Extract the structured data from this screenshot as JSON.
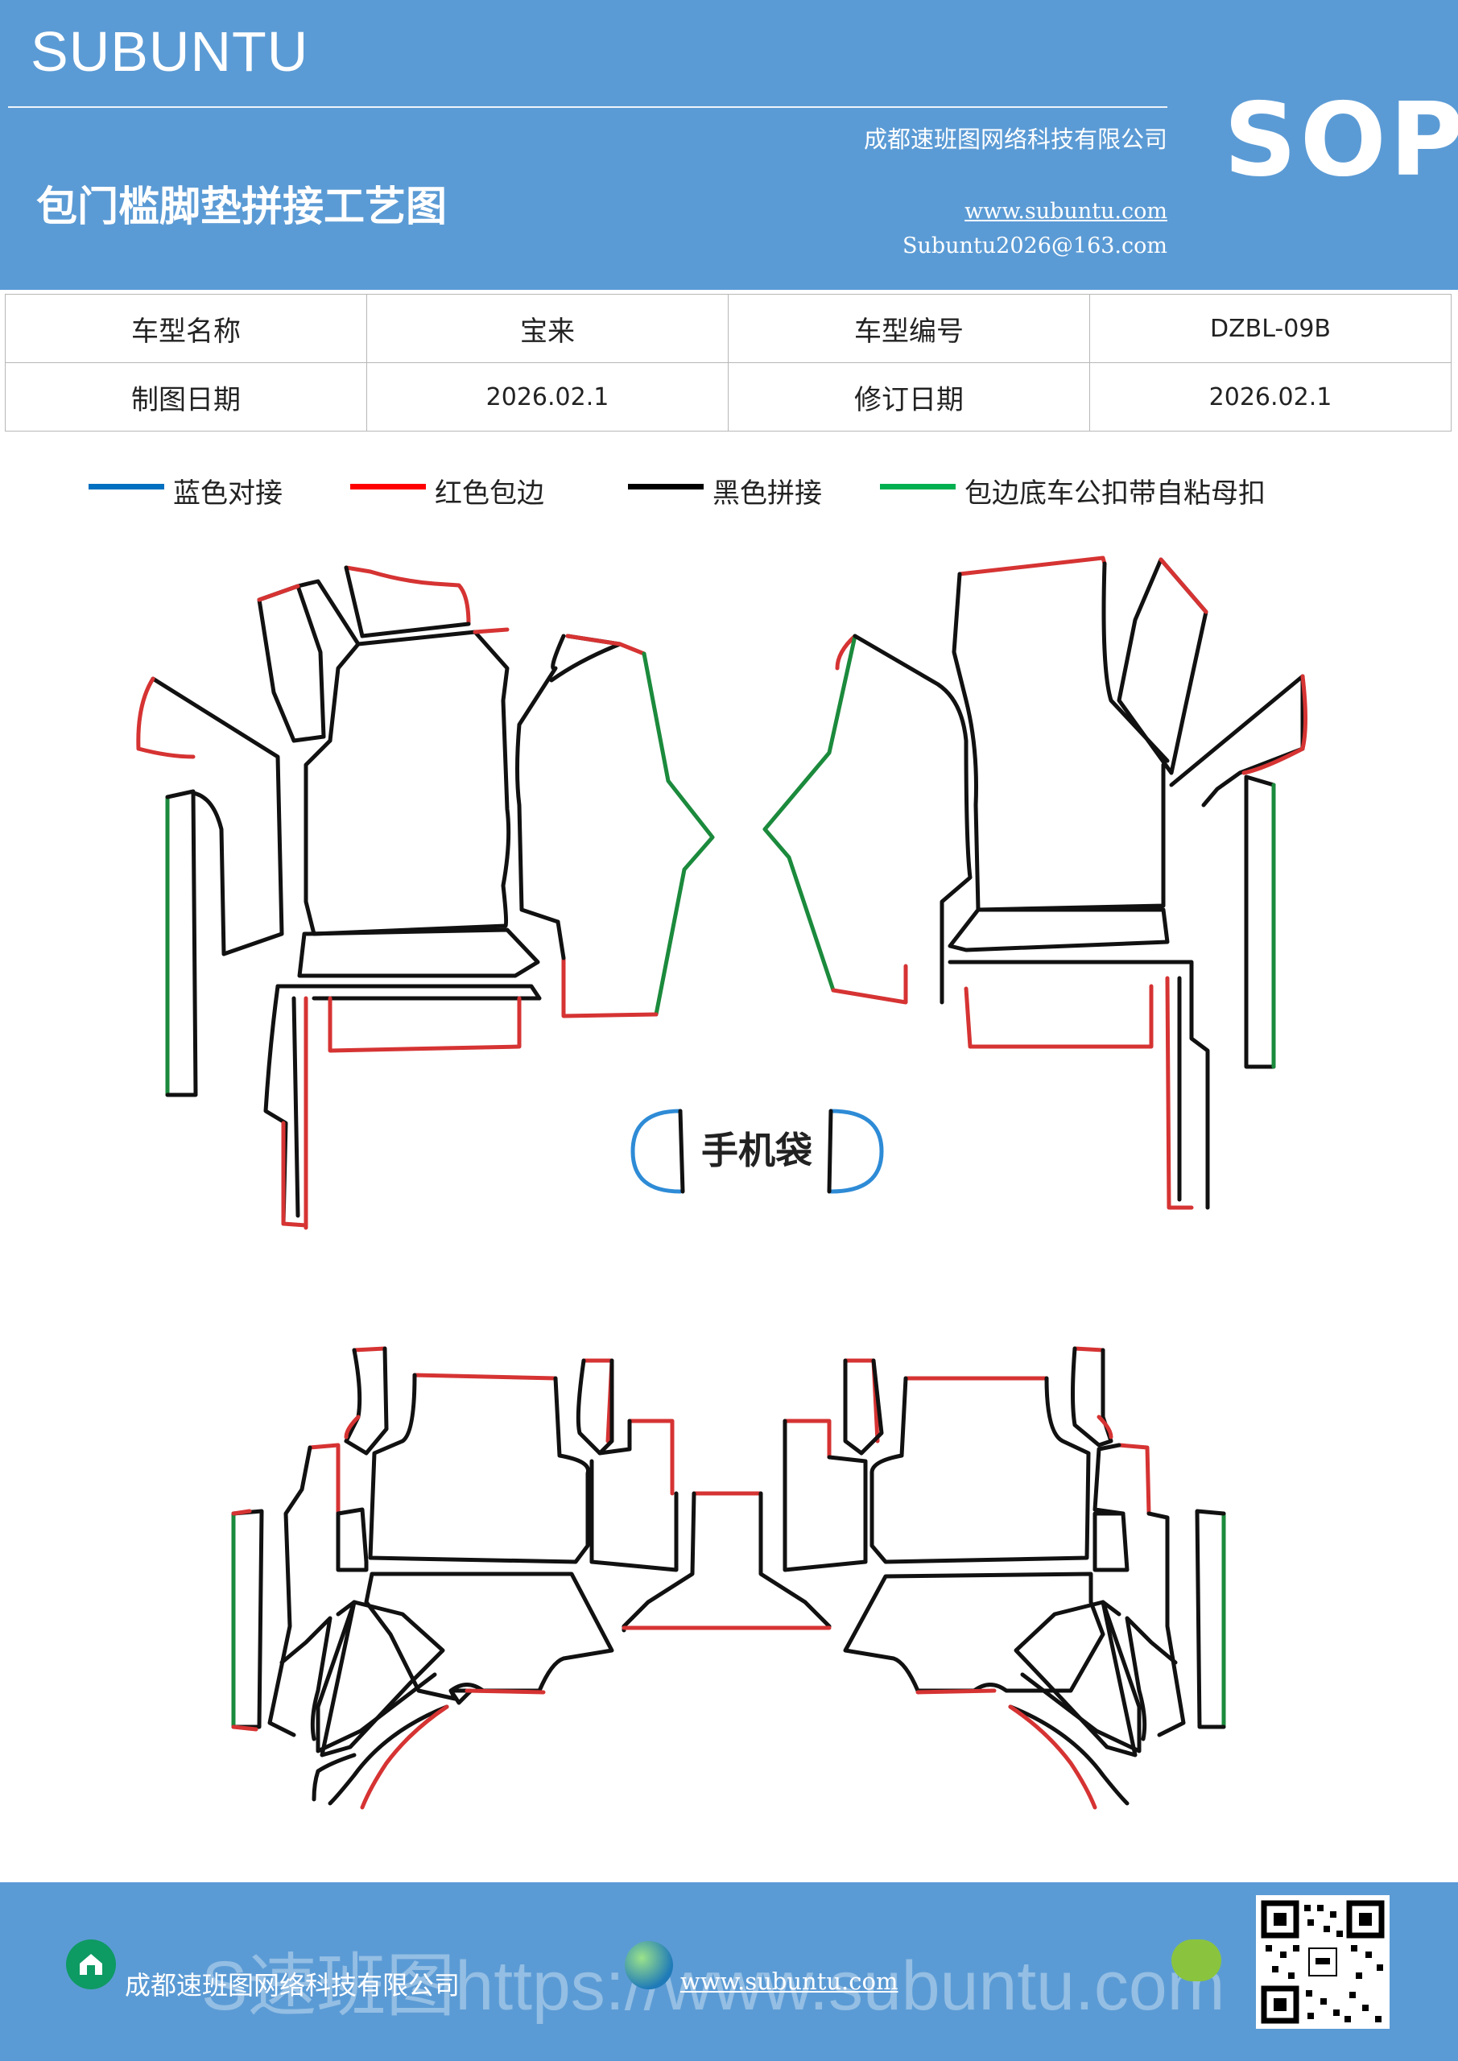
{
  "header": {
    "brand": "SUBUNTU",
    "company": "成都速班图网络科技有限公司",
    "title": "包门槛脚垫拼接工艺图",
    "website": "www.subuntu.com",
    "email": "Subuntu2026@163.com",
    "badge": "SOP"
  },
  "info": {
    "row1": [
      "车型名称",
      "宝来",
      "车型编号",
      "DZBL-09B"
    ],
    "row2": [
      "制图日期",
      "2026.02.1",
      "修订日期",
      "2026.02.1"
    ]
  },
  "legend": [
    {
      "label": "蓝色对接",
      "color": "#0070c0"
    },
    {
      "label": "红色包边",
      "color": "#ff0000"
    },
    {
      "label": "黑色拼接",
      "color": "#000000"
    },
    {
      "label": "包边底车公扣带自粘母扣",
      "color": "#00b050"
    }
  ],
  "diagram": {
    "phone_pocket_label": "手机袋",
    "colors": {
      "blue": "#2e8bd6",
      "red": "#d63333",
      "black": "#111111",
      "green": "#1b8a3c"
    }
  },
  "footer": {
    "watermark": "S速班图https://www.subuntu.com",
    "company": "成都速班图网络科技有限公司",
    "website": "www.subuntu.com"
  }
}
